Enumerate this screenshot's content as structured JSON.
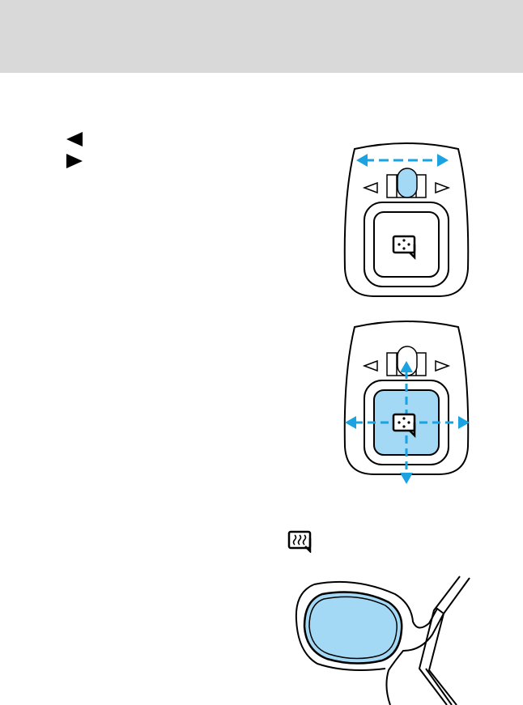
{
  "page": {
    "header_band_color": "#d9d9d9",
    "accent_color": "#1aa3e0",
    "highlight_fill": "#a3d9f4"
  },
  "icons": {
    "left_triangle": "triangle-left-icon",
    "right_triangle": "triangle-right-icon",
    "mirror_control": "mirror-control-icon",
    "heated_mirror": "heated-mirror-icon"
  },
  "figures": {
    "selector_switch": "mirror-selector-switch-diagram",
    "adjust_control": "mirror-adjust-control-diagram",
    "heated_mirror": "heated-mirror-diagram"
  }
}
